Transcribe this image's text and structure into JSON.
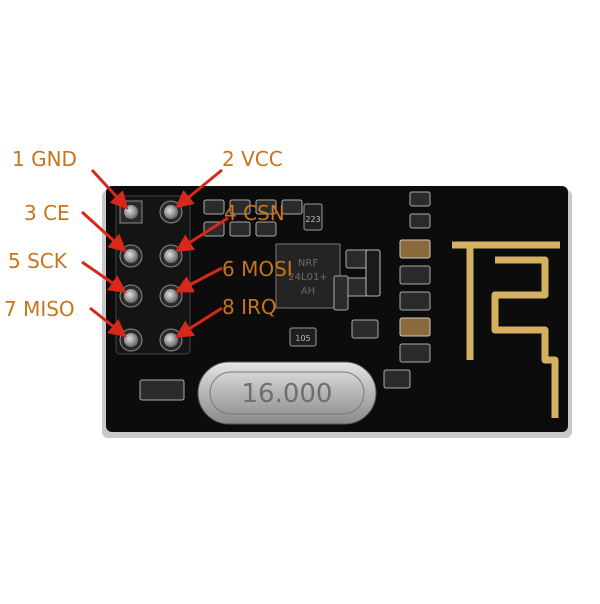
{
  "module": {
    "crystal_marking": "16.000",
    "chip_marking": [
      "NRF",
      "24L01+",
      "AH"
    ],
    "component_markings": [
      "223",
      "105"
    ]
  },
  "pin_labels": [
    {
      "id": "gnd",
      "text": "1 GND"
    },
    {
      "id": "vcc",
      "text": "2 VCC"
    },
    {
      "id": "ce",
      "text": "3 CE"
    },
    {
      "id": "csn",
      "text": "4 CSN"
    },
    {
      "id": "sck",
      "text": "5 SCK"
    },
    {
      "id": "mosi",
      "text": "6 MOSI"
    },
    {
      "id": "miso",
      "text": "7 MISO"
    },
    {
      "id": "irq",
      "text": "8 IRQ"
    }
  ],
  "colors": {
    "label": "#c8741c",
    "arrow": "#d8281c",
    "pcb": "#0c0c0c",
    "pcb_edge": "#c9c9c9",
    "pad_gold": "#d4b060",
    "pin_silver": "#9a9a9a",
    "crystal": "#b8b8b8"
  }
}
